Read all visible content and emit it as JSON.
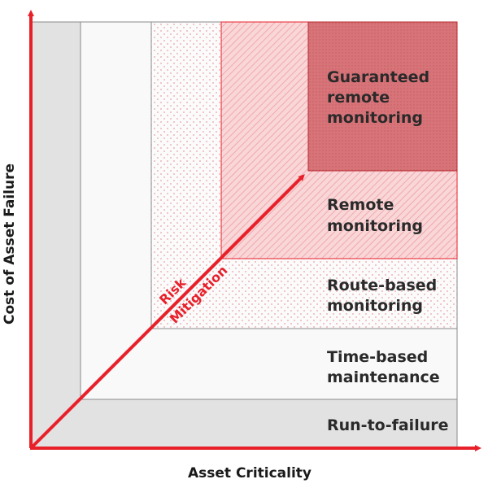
{
  "diagram": {
    "x_axis_label": "Asset Criticality",
    "y_axis_label": "Cost of Asset Failure",
    "arrow_label_line1": "Risk",
    "arrow_label_line2": "Mitigation",
    "zones": [
      {
        "id": "run-to-failure",
        "lines": [
          "Run-to-failure"
        ]
      },
      {
        "id": "time-based",
        "lines": [
          "Time-based",
          "maintenance"
        ]
      },
      {
        "id": "route-based",
        "lines": [
          "Route-based",
          "monitoring"
        ]
      },
      {
        "id": "remote",
        "lines": [
          "Remote",
          "monitoring"
        ]
      },
      {
        "id": "guaranteed",
        "lines": [
          "Guaranteed",
          "remote",
          "monitoring"
        ]
      }
    ]
  },
  "colors": {
    "accent_red": "#e8202a",
    "dark_red_fill": "#d8787c",
    "light_red_fill": "#f7d2d4",
    "gray_fill": "#e2e2e2",
    "white_fill": "#f9f9f9",
    "text_dark": "#2a2a2a"
  }
}
